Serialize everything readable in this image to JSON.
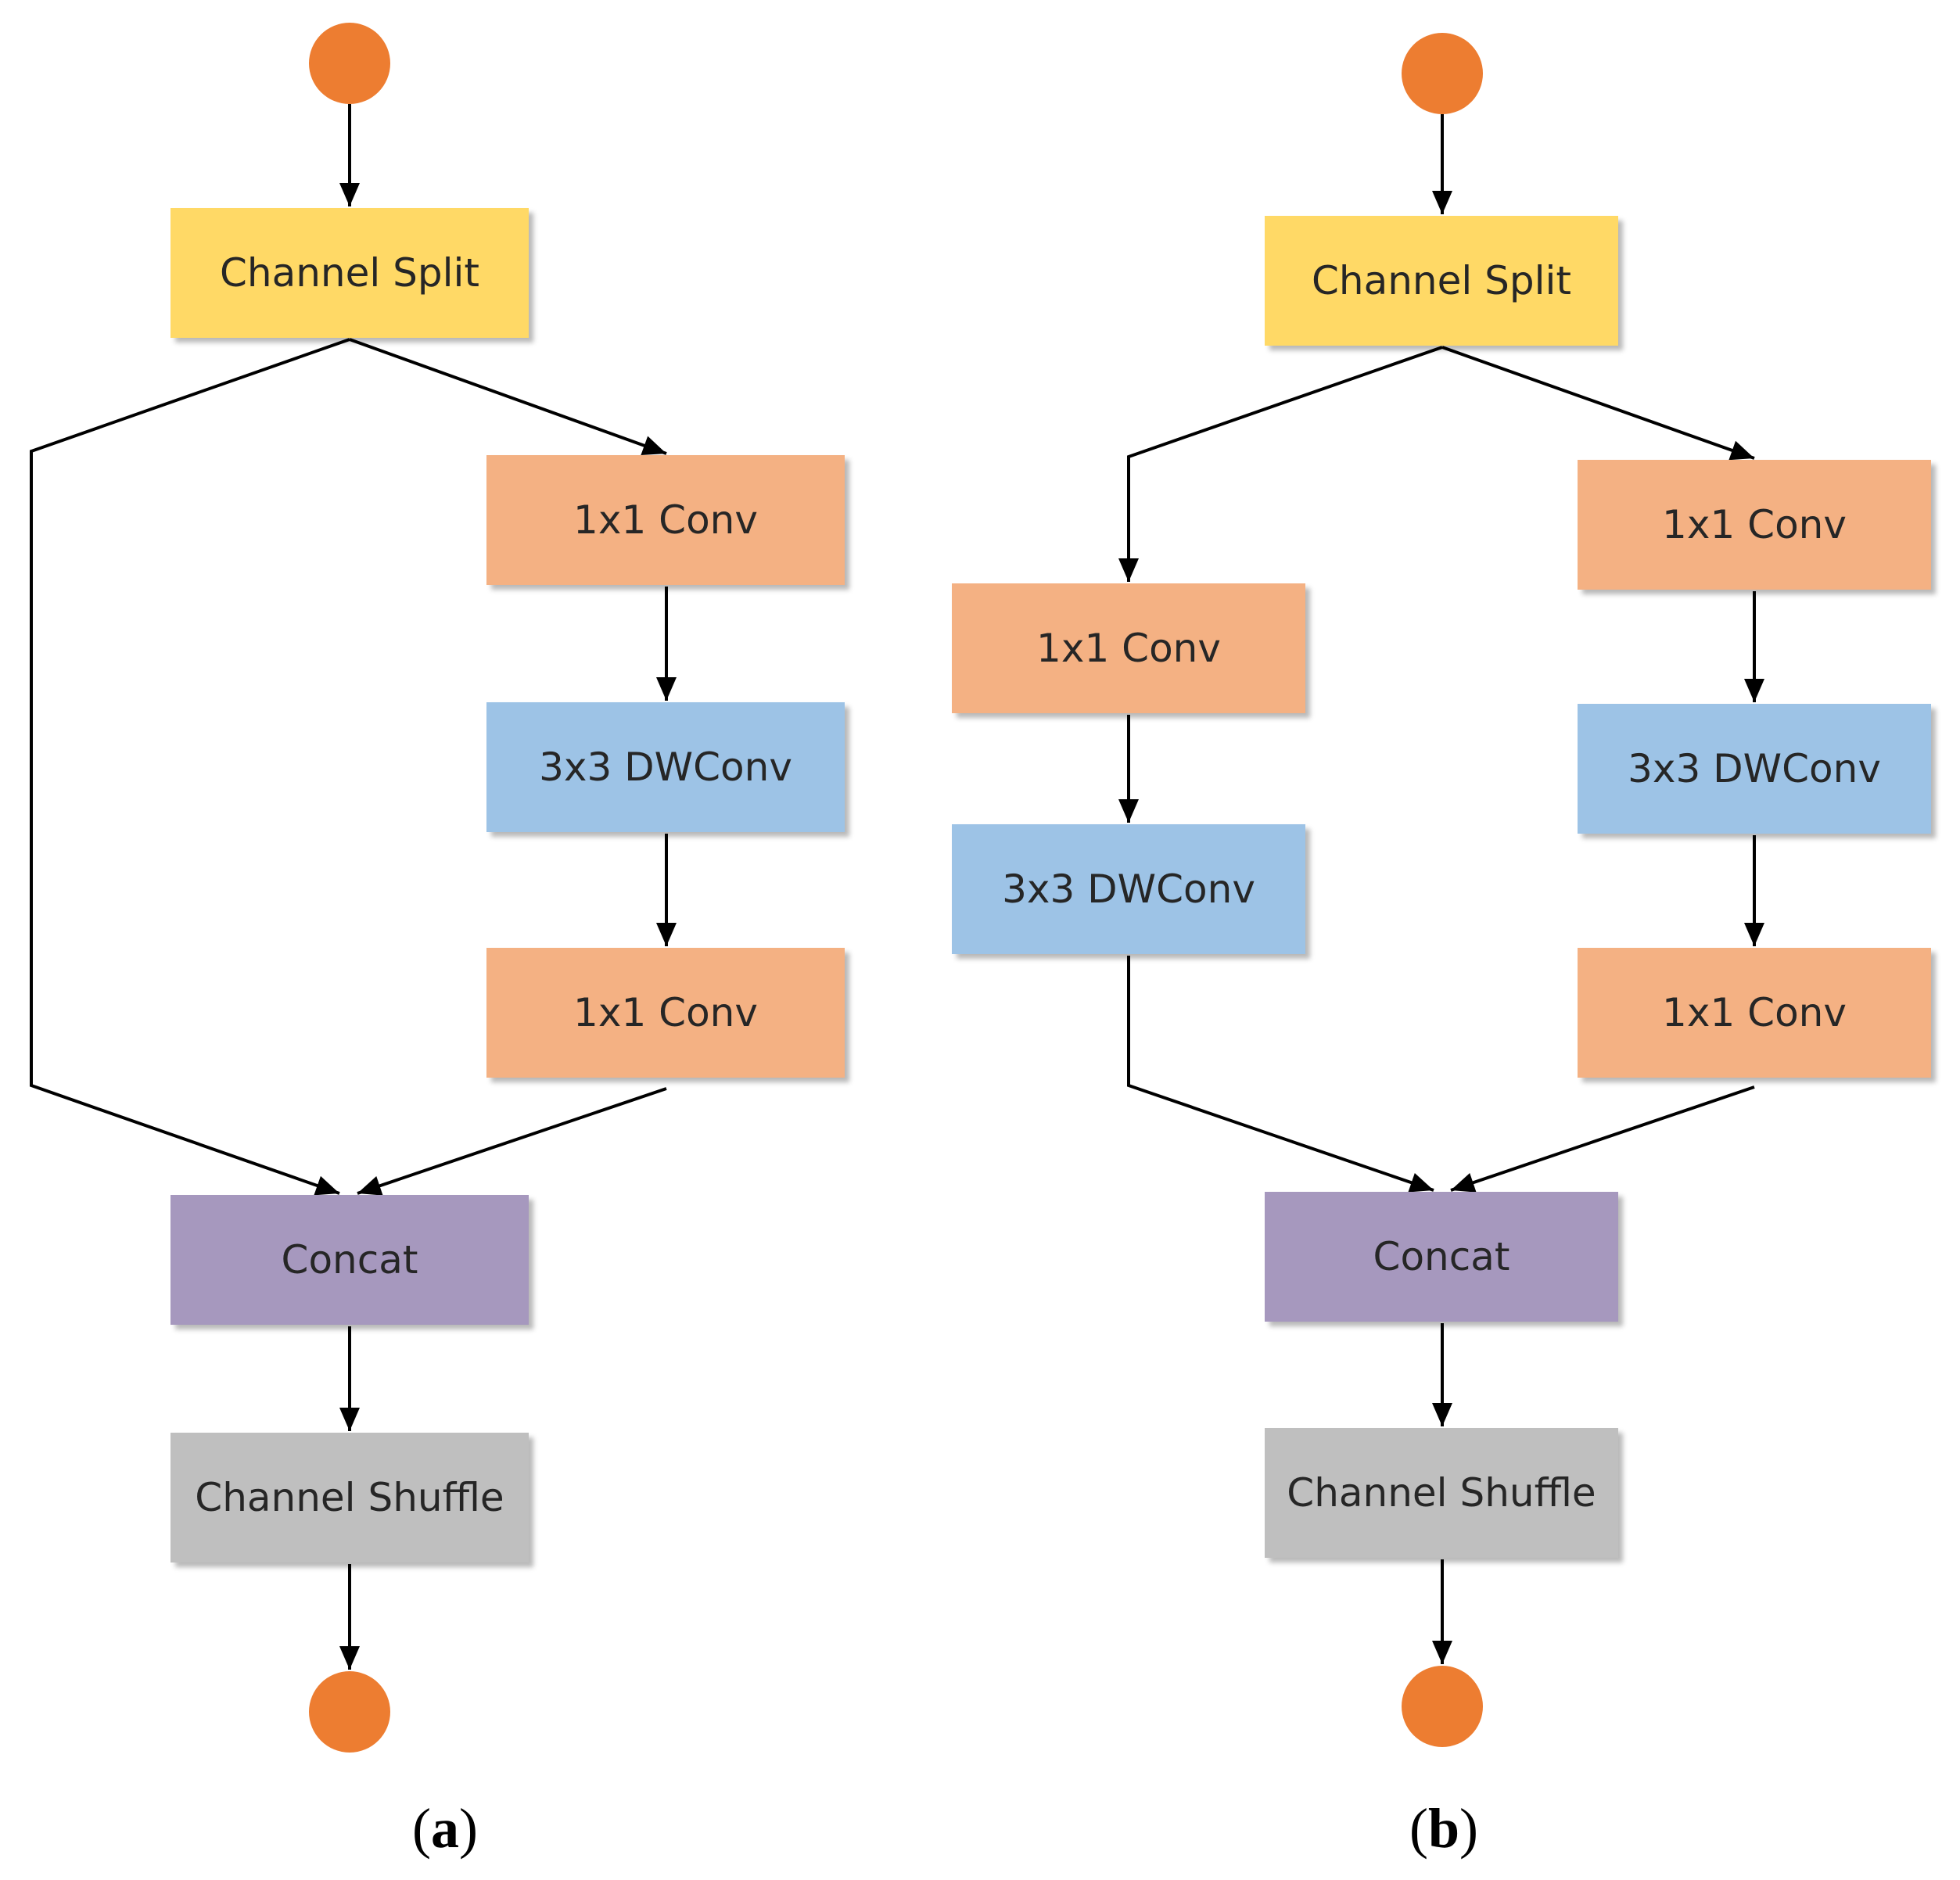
{
  "colors": {
    "split": "#FFD966",
    "conv": "#F4B183",
    "dwconv": "#9DC3E6",
    "concat": "#A698BE",
    "shuffle": "#BFBFBF",
    "terminal": "#ED7D31",
    "line": "#000000"
  },
  "panels": [
    {
      "id": "a",
      "caption": {
        "open": "(",
        "letter": "a",
        "close": ")"
      },
      "nodes": [
        {
          "id": "a-split",
          "type": "split",
          "label": "Channel Split"
        },
        {
          "id": "a-conv1",
          "type": "conv",
          "label": "1x1 Conv"
        },
        {
          "id": "a-dw",
          "type": "dwconv",
          "label": "3x3 DWConv"
        },
        {
          "id": "a-conv2",
          "type": "conv",
          "label": "1x1 Conv"
        },
        {
          "id": "a-concat",
          "type": "concat",
          "label": "Concat"
        },
        {
          "id": "a-shuffle",
          "type": "shuffle",
          "label": "Channel Shuffle"
        }
      ]
    },
    {
      "id": "b",
      "caption": {
        "open": "(",
        "letter": "b",
        "close": ")"
      },
      "nodes": [
        {
          "id": "b-split",
          "type": "split",
          "label": "Channel Split"
        },
        {
          "id": "b-left-conv",
          "type": "conv",
          "label": "1x1 Conv"
        },
        {
          "id": "b-left-dw",
          "type": "dwconv",
          "label": "3x3 DWConv"
        },
        {
          "id": "b-right-conv1",
          "type": "conv",
          "label": "1x1 Conv"
        },
        {
          "id": "b-right-dw",
          "type": "dwconv",
          "label": "3x3 DWConv"
        },
        {
          "id": "b-right-conv2",
          "type": "conv",
          "label": "1x1 Conv"
        },
        {
          "id": "b-concat",
          "type": "concat",
          "label": "Concat"
        },
        {
          "id": "b-shuffle",
          "type": "shuffle",
          "label": "Channel Shuffle"
        }
      ]
    }
  ]
}
